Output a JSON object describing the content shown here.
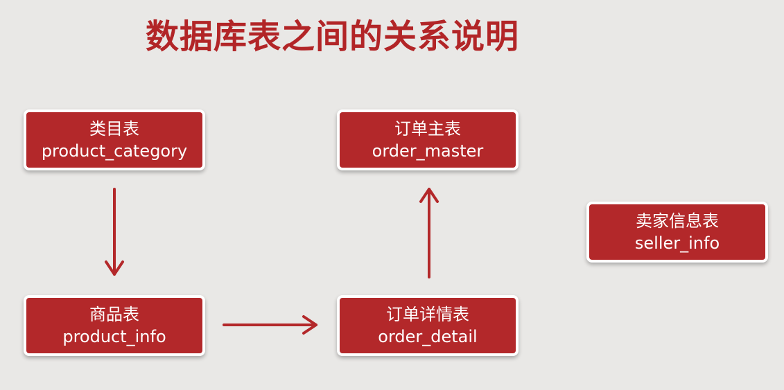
{
  "title": "数据库表之间的关系说明",
  "colors": {
    "accent": "#b3282a",
    "background": "#e9e8e6",
    "box_text": "#ffffff"
  },
  "tables": {
    "category": {
      "cn": "类目表",
      "en": "product_category"
    },
    "master": {
      "cn": "订单主表",
      "en": "order_master"
    },
    "product": {
      "cn": "商品表",
      "en": "product_info"
    },
    "detail": {
      "cn": "订单详情表",
      "en": "order_detail"
    },
    "seller": {
      "cn": "卖家信息表",
      "en": "seller_info"
    }
  }
}
